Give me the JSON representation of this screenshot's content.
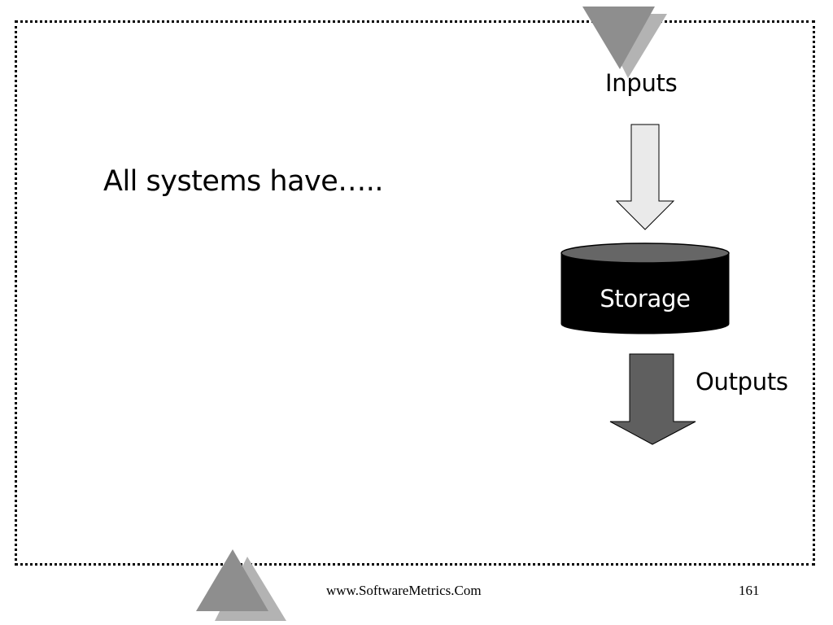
{
  "slide": {
    "heading": "All systems have…..",
    "diagram": {
      "inputs_label": "Inputs",
      "storage_label": "Storage",
      "outputs_label": "Outputs"
    },
    "footer": {
      "url": "www.SoftwareMetrics.Com",
      "page_number": "161"
    }
  },
  "colors": {
    "frame": "#000000",
    "storage_fill": "#000000",
    "storage_top": "#666666",
    "input_arrow_fill": "#eaeaea",
    "output_arrow_fill": "#5f5f5f",
    "triangle_dark": "#8e8e8e",
    "triangle_light": "#b3b3b3"
  }
}
